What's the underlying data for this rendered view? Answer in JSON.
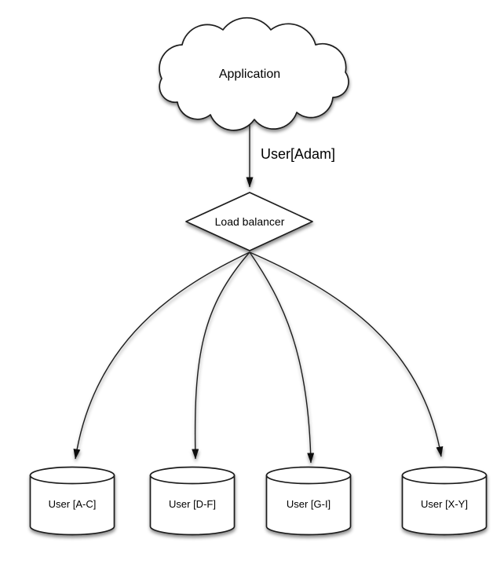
{
  "diagram": {
    "background_color": "#ffffff",
    "stroke_color": "#1c1c1c",
    "text_color": "#000000",
    "nodes": {
      "application": {
        "shape": "cloud",
        "label": "Application"
      },
      "load_balancer": {
        "shape": "diamond",
        "label": "Load balancer"
      },
      "shards": [
        {
          "shape": "cylinder",
          "label": "User [A-C]"
        },
        {
          "shape": "cylinder",
          "label": "User [D-F]"
        },
        {
          "shape": "cylinder",
          "label": "User [G-I]"
        },
        {
          "shape": "cylinder",
          "label": "User [X-Y]"
        }
      ]
    },
    "edges": [
      {
        "from": "application",
        "to": "load_balancer",
        "label": "User[Adam]"
      },
      {
        "from": "load_balancer",
        "to": "shards.0",
        "label": ""
      },
      {
        "from": "load_balancer",
        "to": "shards.1",
        "label": ""
      },
      {
        "from": "load_balancer",
        "to": "shards.2",
        "label": ""
      },
      {
        "from": "load_balancer",
        "to": "shards.3",
        "label": ""
      }
    ]
  }
}
